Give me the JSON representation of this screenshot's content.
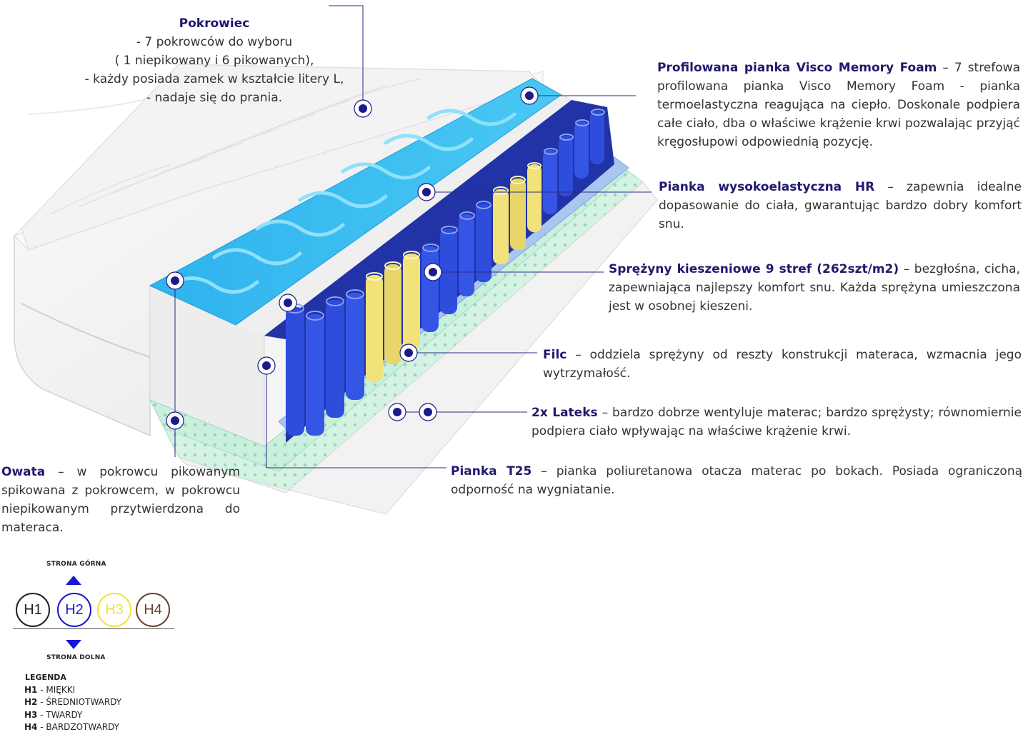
{
  "colors": {
    "title": "#1f1a6e",
    "marker": "#1a1a8c",
    "spring_blue": "#2946d6",
    "spring_yellow": "#f1e27a",
    "visco": "#37bdf0",
    "latex": "#c9f0dc",
    "cover": "#f4f4f4"
  },
  "labels": {
    "pokrowiec": {
      "title": "Pokrowiec",
      "lines": [
        "- 7 pokrowców do wyboru",
        "( 1 niepikowany i 6 pikowanych),",
        "-  każdy posiada zamek w kształcie litery L,",
        "- nadaje się do prania."
      ]
    },
    "visco": {
      "title": "Profilowana pianka Visco Memory Foam",
      "text": " – 7 strefowa profilowana pianka Visco Memory Foam - pianka termoelastyczna reagująca na ciepło.  Doskonale podpiera całe ciało, dba o właściwe krążenie krwi pozwalając przyjąć kręgosłupowi odpowiednią pozycję."
    },
    "hr": {
      "title": "Pianka wysokoelastyczna HR",
      "text": " – zapewnia idealne dopasowanie do ciała, gwarantując bardzo dobry komfort snu."
    },
    "springs": {
      "title": "Sprężyny kieszeniowe 9 stref (262szt/m2)",
      "text": " – bezgłośna, cicha, zapewniająca najlepszy komfort snu. Każda sprężyna umieszczona jest w osobnej kieszeni."
    },
    "filc": {
      "title": "Filc",
      "text": " – oddziela sprężyny od reszty konstrukcji materaca, wzmacnia jego wytrzymałość."
    },
    "latex": {
      "title": "2x Lateks",
      "text": "  – bardzo dobrze wentyluje materac; bardzo sprężysty; równomiernie podpiera ciało wpływając na właściwe krążenie krwi."
    },
    "t25": {
      "title": "Pianka T25",
      "text": " – pianka poliuretanowa otacza materac po bokach. Posiada ograniczoną odporność na wygniatanie."
    },
    "owata": {
      "title": "Owata",
      "text": " – w pokrowcu pikowanym spikowana z pokrowcem, w pokrowcu niepikowanym przytwierdzona do materaca."
    }
  },
  "hardness": {
    "top_label": "STRONA GÓRNA",
    "bottom_label": "STRONA DOLNA",
    "levels": [
      {
        "code": "H1",
        "color": "#222222"
      },
      {
        "code": "H2",
        "color": "#1b17d0",
        "selected": true
      },
      {
        "code": "H3",
        "color": "#f2e23a"
      },
      {
        "code": "H4",
        "color": "#6b4336"
      }
    ]
  },
  "legend": {
    "title": "LEGENDA",
    "items": [
      {
        "code": "H1",
        "sep": " - ",
        "label": "MIĘKKI"
      },
      {
        "code": "H2",
        "sep": " - ",
        "label": "ŚREDNIOTWARDY"
      },
      {
        "code": "H3",
        "sep": " - ",
        "label": "TWARDY"
      },
      {
        "code": "H4",
        "sep": " - ",
        "label": "BARDZOTWARDY"
      }
    ]
  }
}
